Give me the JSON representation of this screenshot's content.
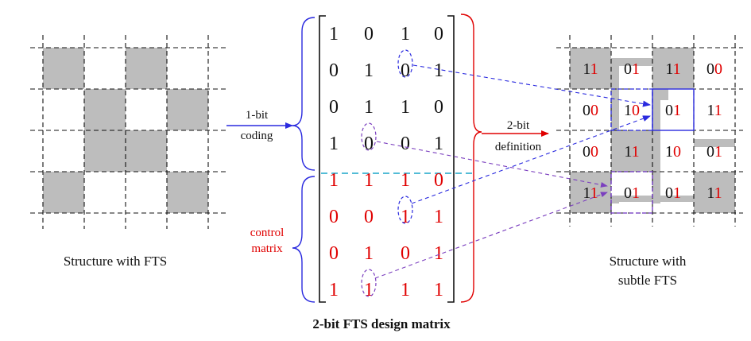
{
  "left": {
    "caption": "Structure with FTS",
    "pattern": [
      [
        1,
        0,
        1,
        0
      ],
      [
        0,
        1,
        0,
        1
      ],
      [
        0,
        1,
        1,
        0
      ],
      [
        1,
        0,
        0,
        1
      ]
    ]
  },
  "arrow1": {
    "line1": "1-bit",
    "line2": "coding"
  },
  "matrix": {
    "top_rows": [
      [
        "1",
        "0",
        "1",
        "0"
      ],
      [
        "0",
        "1",
        "0",
        "1"
      ],
      [
        "0",
        "1",
        "1",
        "0"
      ],
      [
        "1",
        "0",
        "0",
        "1"
      ]
    ],
    "control_rows": [
      [
        "1",
        "1",
        "1",
        "0"
      ],
      [
        "0",
        "0",
        "1",
        "1"
      ],
      [
        "0",
        "1",
        "0",
        "1"
      ],
      [
        "1",
        "1",
        "1",
        "1"
      ]
    ],
    "control_label_1": "control",
    "control_label_2": "matrix",
    "caption": "2-bit FTS design matrix"
  },
  "arrow2": {
    "line1": "2-bit",
    "line2": "definition"
  },
  "right": {
    "caption_line1": "Structure with",
    "caption_line2": "subtle FTS",
    "cells": [
      [
        [
          "1",
          "1"
        ],
        [
          "0",
          "1"
        ],
        [
          "1",
          "1"
        ],
        [
          "0",
          "0"
        ]
      ],
      [
        [
          "0",
          "0"
        ],
        [
          "1",
          "0"
        ],
        [
          "0",
          "1"
        ],
        [
          "1",
          "1"
        ]
      ],
      [
        [
          "0",
          "0"
        ],
        [
          "1",
          "1"
        ],
        [
          "1",
          "0"
        ],
        [
          "0",
          "1"
        ]
      ],
      [
        [
          "1",
          "1"
        ],
        [
          "0",
          "1"
        ],
        [
          "0",
          "1"
        ],
        [
          "1",
          "1"
        ]
      ]
    ]
  },
  "colors": {
    "gray_fill": "#bdbdbd",
    "red": "#e00000",
    "blue": "#2a2adf",
    "purple": "#7b3fbf",
    "cyan": "#1aa6c8"
  }
}
